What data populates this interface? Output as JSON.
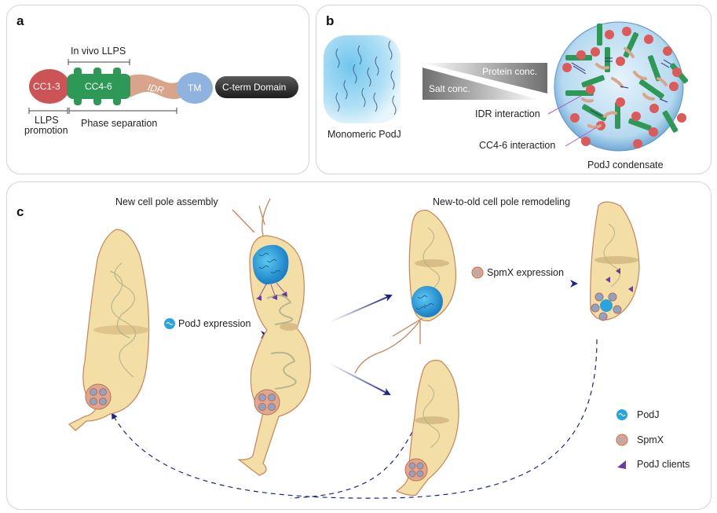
{
  "panels": {
    "a": {
      "letter": "a",
      "bracket_in_vivo": "In vivo LLPS",
      "bracket_llps_line1": "LLPS",
      "bracket_llps_line2": "promotion",
      "bracket_phase": "Phase separation",
      "domains": [
        {
          "label": "CC1-3",
          "color": "#cc5457"
        },
        {
          "label": "CC4-6",
          "color": "#2e9956"
        },
        {
          "label": "IDR",
          "color": "#d9a58a"
        },
        {
          "label": "TM",
          "color": "#8fb2df"
        },
        {
          "label": "C-term Domain",
          "color": "#3a3a3a"
        }
      ]
    },
    "b": {
      "letter": "b",
      "monomer_label": "Monomeric PodJ",
      "protein_conc": "Protein conc.",
      "salt_conc": "Salt conc.",
      "idr_interaction": "IDR interaction",
      "cc_interaction": "CC4-6 interaction",
      "condensate_label": "PodJ condensate"
    },
    "c": {
      "letter": "c",
      "title_left": "New cell pole assembly",
      "title_right": "New-to-old cell pole remodeling",
      "podj_expression": "PodJ expression",
      "spmx_expression": "SpmX expression",
      "legend": [
        {
          "icon": "podj-icon",
          "label": "PodJ"
        },
        {
          "icon": "spmx-icon",
          "label": "SpmX"
        },
        {
          "icon": "podj-client-icon",
          "label": "PodJ clients"
        }
      ]
    }
  },
  "colors": {
    "cell_fill": "#f3dfa6",
    "cell_stroke": "#c9835a",
    "arrow": "#1c2388",
    "podj_blue": "#2aa3de",
    "spmx_fill": "#d99a86",
    "client_purple": "#6a3d9a"
  }
}
